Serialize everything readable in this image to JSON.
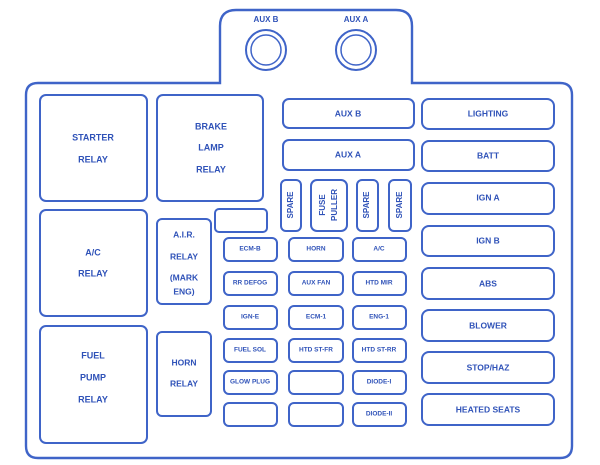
{
  "colors": {
    "stroke": "#3f64c8",
    "text": "#2f52b8",
    "background": "#ffffff"
  },
  "top_labels": {
    "aux_b": "AUX B",
    "aux_a": "AUX A"
  },
  "relays": {
    "starter": [
      "STARTER",
      "RELAY"
    ],
    "brake_lamp": [
      "BRAKE",
      "LAMP",
      "RELAY"
    ],
    "ac": [
      "A/C",
      "RELAY"
    ],
    "air": [
      "A.I.R.",
      "RELAY",
      "(MARK",
      "ENG)"
    ],
    "fuel_pump": [
      "FUEL",
      "PUMP",
      "RELAY"
    ],
    "horn": [
      "HORN",
      "RELAY"
    ]
  },
  "aux_fuses": {
    "aux_b": "AUX B",
    "aux_a": "AUX A"
  },
  "vertical_fuses": {
    "spare_1": "SPARE",
    "fuse_puller": [
      "FUSE",
      "PULLER"
    ],
    "spare_2": "SPARE",
    "spare_3": "SPARE"
  },
  "mini_fuses": {
    "r1": [
      "ECM-B",
      "HORN",
      "A/C"
    ],
    "r2": [
      "RR DEFOG",
      "AUX FAN",
      "HTD MIR"
    ],
    "r3": [
      "IGN-E",
      "ECM-1",
      "ENG-1"
    ],
    "r4": [
      "FUEL SOL",
      "HTD ST-FR",
      "HTD ST-RR"
    ],
    "r5": [
      "GLOW PLUG",
      "",
      "DIODE-I"
    ],
    "r6": [
      "",
      "",
      "DIODE-II"
    ]
  },
  "right_fuses": [
    "LIGHTING",
    "BATT",
    "IGN A",
    "IGN B",
    "ABS",
    "BLOWER",
    "STOP/HAZ",
    "HEATED SEATS"
  ]
}
